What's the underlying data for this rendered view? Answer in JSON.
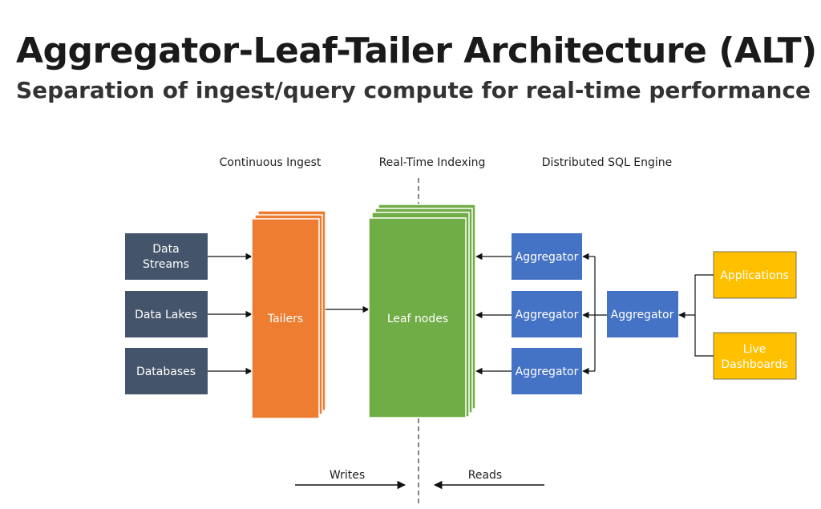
{
  "header": {
    "title": "Aggregator-Leaf-Tailer Architecture (ALT)",
    "subtitle": "Separation of ingest/query compute for real-time performance"
  },
  "colors": {
    "source": "#44546a",
    "tailer": "#ed7d31",
    "leaf": "#70ad47",
    "aggregator": "#4472c4",
    "app": "#ffc000"
  },
  "sections": {
    "ingest": "Continuous Ingest",
    "indexing": "Real-Time Indexing",
    "sql": "Distributed SQL Engine"
  },
  "sources": {
    "streams": [
      "Data",
      "Streams"
    ],
    "lakes": "Data Lakes",
    "databases": "Databases"
  },
  "tailers": "Tailers",
  "leaf_nodes": "Leaf nodes",
  "aggregators": {
    "first": "Aggregator",
    "second": "Aggregator",
    "third": "Aggregator",
    "root": "Aggregator"
  },
  "apps": {
    "applications": "Applications",
    "dashboards": [
      "Live",
      "Dashboards"
    ]
  },
  "flow": {
    "writes": "Writes",
    "reads": "Reads"
  }
}
